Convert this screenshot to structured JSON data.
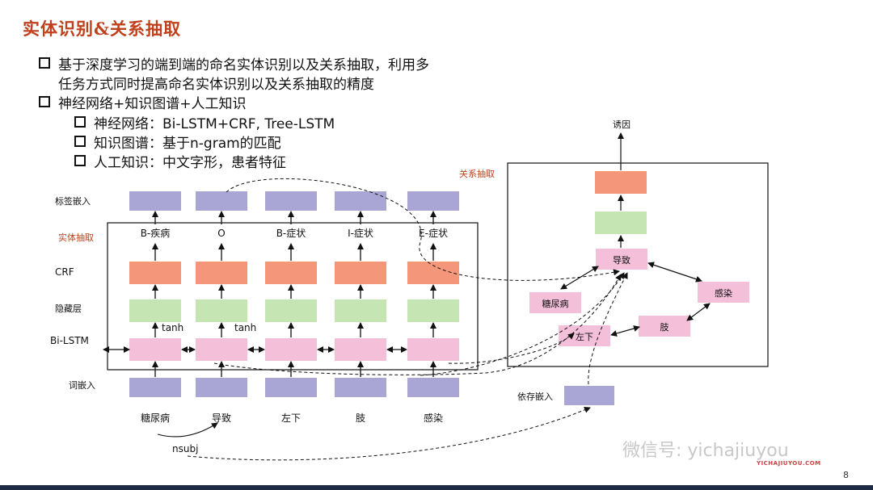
{
  "slide": {
    "title": "实体识别&关系抽取",
    "page_number": "8"
  },
  "bullets": [
    {
      "text": "基于深度学习的端到端的命名实体识别以及关系抽取，利用多"
    },
    {
      "text": "任务方式同时提高命名实体识别以及关系抽取的精度"
    },
    {
      "text": "神经网络+知识图谱+人工知识"
    },
    {
      "text": "神经网络：Bi-LSTM+CRF, Tree-LSTM"
    },
    {
      "text": "知识图谱：基于n-gram的匹配"
    },
    {
      "text": "人工知识：中文字形，患者特征"
    }
  ],
  "diagram": {
    "row_labels": {
      "label_embed": "标签嵌入",
      "ner": "实体抽取",
      "crf": "CRF",
      "hidden": "隐藏层",
      "bilstm": "Bi-LSTM",
      "word_embed": "词嵌入"
    },
    "tags": [
      "B-疾病",
      "O",
      "B-症状",
      "I-症状",
      "E-症状"
    ],
    "tanh": "tanh",
    "words": [
      "糖尿病",
      "导致",
      "左下",
      "肢",
      "感染"
    ],
    "nsubj": "nsubj",
    "relation_section": "关系抽取",
    "cause": "诱因",
    "tree_nodes": {
      "root": "导致",
      "diabetes": "糖尿病",
      "infection": "感染",
      "lowerleft": "左下",
      "limb": "肢"
    },
    "dep_embed": "依存嵌入"
  },
  "colors": {
    "title": "#c0401c",
    "label_embed": "#a9a6d6",
    "crf": "#f4967a",
    "hidden": "#c5e6b2",
    "bilstm": "#f3bfd9",
    "word_embed": "#a9a6d6",
    "red_label": "#c0401c"
  },
  "watermark": {
    "text": "微信号: yichajiuyou",
    "sub": "YICHAJIUYOU.COM"
  }
}
